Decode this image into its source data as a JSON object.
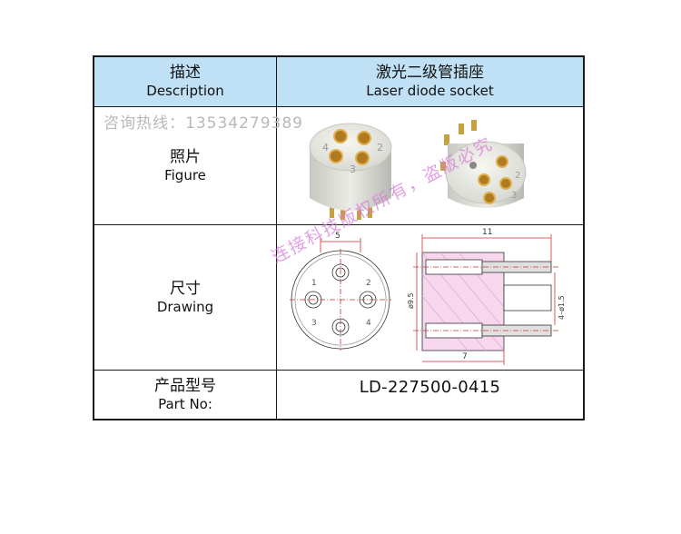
{
  "table": {
    "header": {
      "left_zh": "描述",
      "left_en": "Description",
      "right_zh": "激光二级管插座",
      "right_en": "Laser diode socket"
    },
    "figure_row": {
      "left_zh": "照片",
      "left_en": "Figure"
    },
    "drawing_row": {
      "left_zh": "尺寸",
      "left_en": "Drawing",
      "dims": {
        "d5": "5",
        "d11": "11",
        "d7": "7",
        "d95": "ø9.5",
        "d415": "4–ø1.5"
      },
      "pin_labels": [
        "1",
        "2",
        "3",
        "4"
      ]
    },
    "part_row": {
      "left_zh": "产品型号",
      "left_en": "Part No:",
      "value": "LD-227500-0415"
    }
  },
  "photo": {
    "pin_labels": [
      "4",
      "2",
      "3"
    ],
    "pin_labels_right": [
      "2",
      "3"
    ]
  },
  "watermarks": {
    "hotline": "咨询热线：13534279389",
    "copyright": "连接科技版权所有，盗版必究"
  },
  "colors": {
    "header_bg": "#bfe0f5",
    "border": "#1a1a1a",
    "watermark_pink": "#d678d6"
  }
}
